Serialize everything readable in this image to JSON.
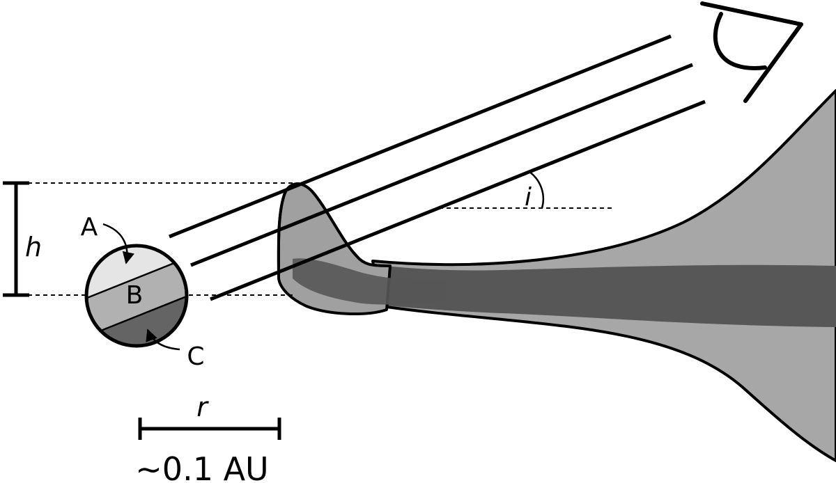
{
  "labels": {
    "a": "A",
    "b": "B",
    "c": "C",
    "height": "h",
    "radius": "r",
    "inclination": "i",
    "scale": "~0.1 AU"
  },
  "colors": {
    "outer_disk": "#a7a7a7",
    "midplane": "#575757",
    "rim": "#a0a0a0",
    "star_region_a": "#e5e5e5",
    "star_region_b": "#b1b1b1",
    "star_region_c": "#646464",
    "stroke": "#000000"
  },
  "icons": {
    "observer": "eye-icon"
  }
}
